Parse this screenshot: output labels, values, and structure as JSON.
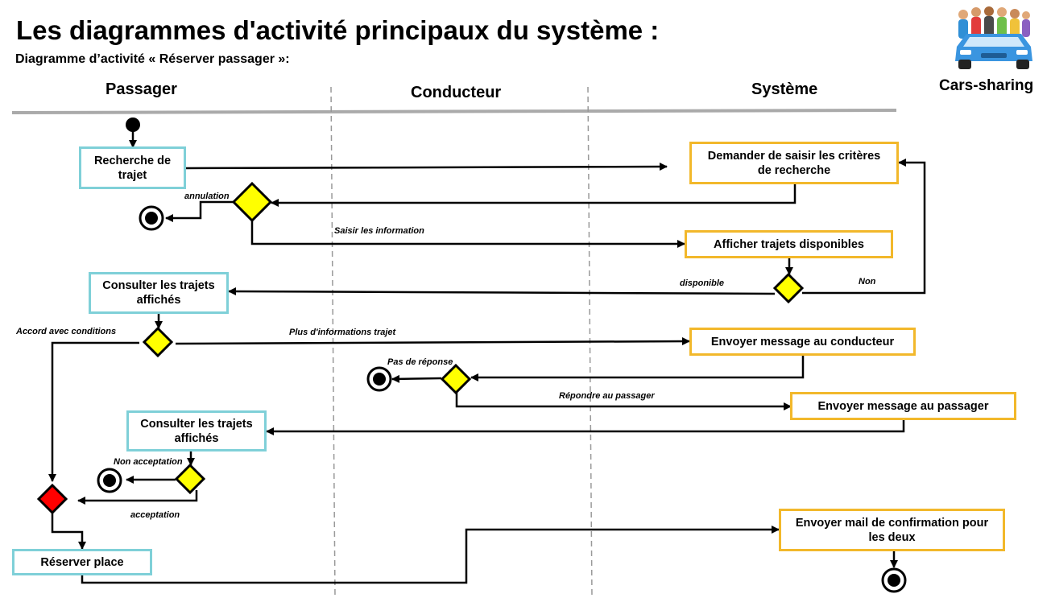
{
  "title": "Les diagrammes d'activité principaux du système :",
  "subtitle": "Diagramme d’activité «  Réserver passager »:",
  "brand": {
    "label": "Cars-sharing",
    "icon": "people-car-icon"
  },
  "lanes": [
    "Passager",
    "Conducteur",
    "Système"
  ],
  "activities": {
    "recherche_trajet": "Recherche de trajet",
    "demander_criteres": "Demander de saisir les critères de recherche",
    "afficher_trajets": "Afficher trajets disponibles",
    "consulter_trajets_1": "Consulter les trajets affichés",
    "envoyer_msg_conducteur": "Envoyer message au conducteur",
    "envoyer_msg_passager": "Envoyer message au passager",
    "consulter_trajets_2": "Consulter les trajets affichés",
    "reserver_place": "Réserver place",
    "envoyer_mail": "Envoyer mail de confirmation pour les deux"
  },
  "edge_labels": {
    "annulation": "annulation",
    "saisir_info": "Saisir les information",
    "disponible": "disponible",
    "non": "Non",
    "accord_conditions": "Accord avec conditions",
    "plus_infos": "Plus d'informations trajet",
    "pas_reponse": "Pas de réponse",
    "repondre_passager": "Répondre au passager",
    "non_acceptation": "Non acceptation",
    "acceptation": "acceptation"
  },
  "colors": {
    "passager_border": "#7fd0d8",
    "systeme_border": "#f2b82b",
    "decision_fill": "#ffff00",
    "merge_fill": "#ff0000",
    "separator": "#aaaaaa"
  }
}
